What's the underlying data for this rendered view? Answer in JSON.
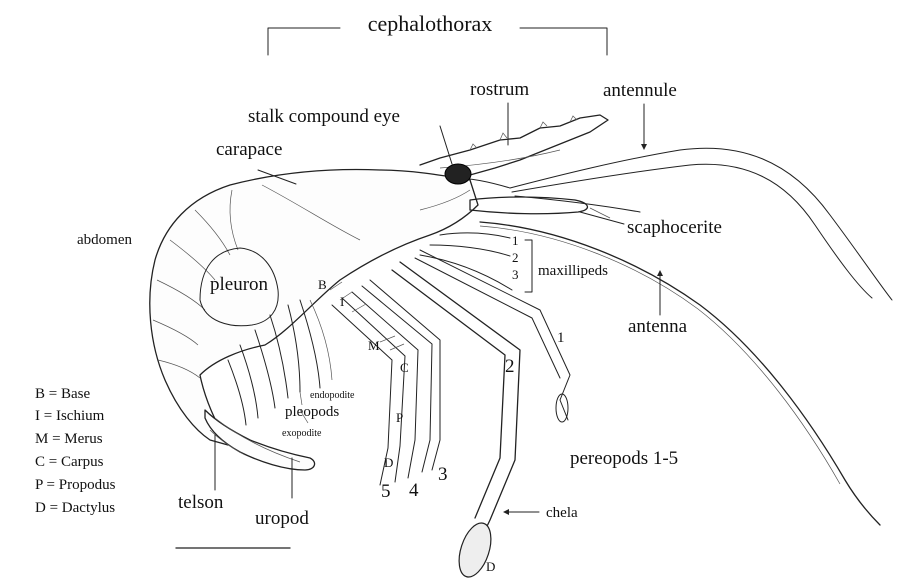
{
  "labels": {
    "cephalothorax": "cephalothorax",
    "rostrum": "rostrum",
    "antennule": "antennule",
    "stalk_eye": "stalk compound eye",
    "carapace": "carapace",
    "abdomen": "abdomen",
    "scaphocerite": "scaphocerite",
    "pleuron": "pleuron",
    "maxillipeds": "maxillipeds",
    "antenna": "antenna",
    "pleopods": "pleopods",
    "endopodite": "endopodite",
    "exopodite": "exopodite",
    "pereopods": "pereopods 1-5",
    "telson": "telson",
    "uropod": "uropod",
    "chela": "chela"
  },
  "maxilliped_numbers": [
    "1",
    "2",
    "3"
  ],
  "leg_numbers": [
    "1",
    "2",
    "3",
    "4",
    "5"
  ],
  "segment_letters": {
    "b": "B",
    "i": "I",
    "m": "M",
    "c": "C",
    "p": "P",
    "d": "D",
    "chela_d": "D"
  },
  "legend": [
    "B  = Base",
    "I   = Ischium",
    "M = Merus",
    "C  = Carpus",
    "P  = Propodus",
    "D  = Dactylus"
  ]
}
